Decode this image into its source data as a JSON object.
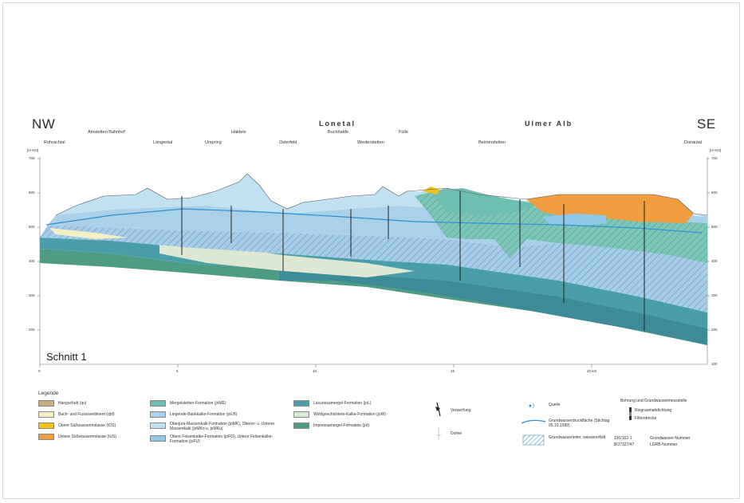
{
  "directions": {
    "left": "NW",
    "right": "SE"
  },
  "regions": [
    "Lonetal",
    "Ulmer Alb"
  ],
  "locations_top": [
    "Amstetten Bahnhof",
    "Häldele",
    "Buchhalde",
    "Fülle"
  ],
  "locations_mid": [
    "Rohrachtal",
    "Längental",
    "Urspring",
    "Osterfeld",
    "Westerstetten",
    "Beimerstetten",
    "Donautal"
  ],
  "axis": {
    "left_label": "[m NN]",
    "right_label": "[m NN]",
    "y_ticks": [
      "700",
      "600",
      "500",
      "400",
      "300",
      "200",
      "100"
    ],
    "x_ticks": [
      "0",
      "5",
      "10",
      "15",
      "20 km"
    ]
  },
  "section_label": "Schnitt 1",
  "legend": {
    "title": "Legende",
    "col1": [
      {
        "label": "Hangschutt (qu)",
        "color": "#c9ad7c"
      },
      {
        "label": "Bach- und Flussssediment (qbf)",
        "color": "#f5efc6"
      },
      {
        "label": "Obere Süßwassermolasse (tOS)",
        "color": "#f2c21a"
      },
      {
        "label": "Untere Süßwassermolasse (tUS)",
        "color": "#ef9d3e"
      }
    ],
    "col2": [
      {
        "label": "Mergelstetten-Formation (joME)",
        "color": "#6fbeb2"
      },
      {
        "label": "Liegende-Bankkalke-Formation (joLB)",
        "color": "#a9d2ea"
      },
      {
        "label": "Oberjura-Massenkalk-Formation (joMK), Oberer- u. Unterer Massenkalk (joMKo u. joMKu)",
        "color": "#bfe1f2"
      },
      {
        "label": "Obere Felsenkalke-Formation (joFO), Untere Felsenkalke-Formation (joFU)",
        "color": "#8fc8e8"
      }
    ],
    "col3": [
      {
        "label": "Lacunosamergel-Formation (joL)",
        "color": "#4a9eaa"
      },
      {
        "label": "Wohlgeschichtete-Kalke-Formation (joW)",
        "color": "#dde8d2"
      },
      {
        "label": "Impressamergel-Formation (joI)",
        "color": "#4f9c84"
      }
    ],
    "symbols": [
      {
        "label": "Verwerfung",
        "icon": "fault-icon"
      },
      {
        "label": "Doline",
        "icon": "doline-icon"
      }
    ],
    "symbols2": [
      {
        "label": "Quelle",
        "icon": "spring-icon"
      },
      {
        "label": "Grundwasserdruckfläche (Stichtag 05.10.1989)",
        "icon": "groundwater-line-icon"
      },
      {
        "label": "Grundwasserleiter, wassererfüllt",
        "icon": "aquifer-hatch-icon"
      }
    ],
    "wells": {
      "title": "Bohrung und Grundwassermessstelle",
      "items": [
        "Ringraumabdichtung",
        "Filterstrecke",
        "Grundwasser-Nummer",
        "LGRB-Nummer"
      ],
      "codes": [
        "130/162-1",
        "BO7327/47"
      ]
    }
  },
  "colors": {
    "frame_border": "#d9d9d9",
    "water_line": "#2f8fd6",
    "hatch": "#7fb0d8"
  }
}
